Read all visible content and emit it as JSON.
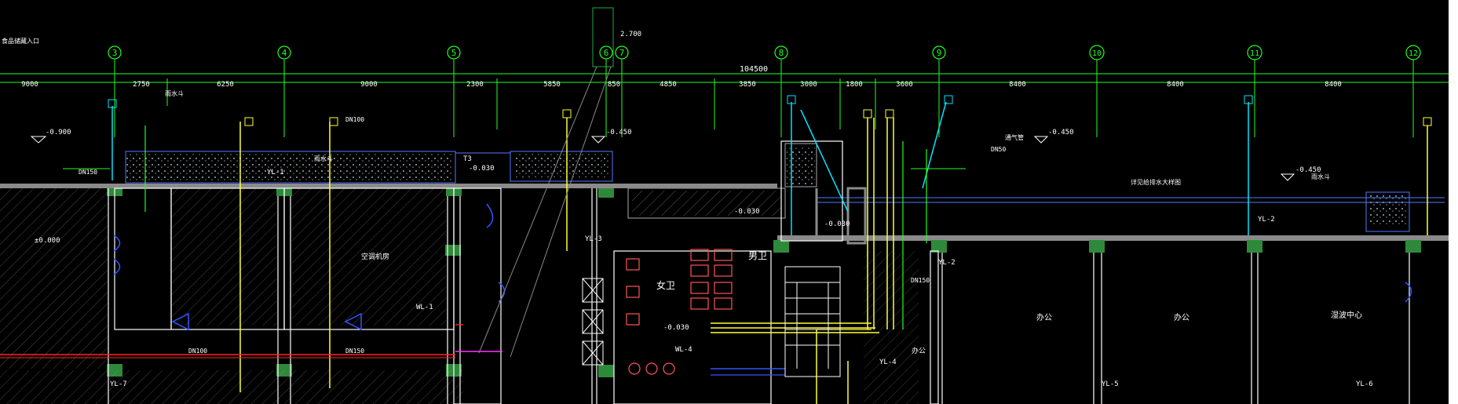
{
  "drawing": {
    "corner_note": "食品储藏入口",
    "grid_axes": [
      "3",
      "4",
      "5",
      "6",
      "7",
      "8",
      "9",
      "10",
      "11",
      "12"
    ],
    "overall_dimension": "104500",
    "dimensions": [
      "9000",
      "2750",
      "6250",
      "9000",
      "2300",
      "5850",
      "850",
      "4850",
      "3850",
      "3000",
      "1800",
      "3600",
      "8400",
      "8400",
      "8400"
    ],
    "elevations": [
      "-0.900",
      "±0.000",
      "-0.450",
      "-0.450",
      "-0.450",
      "-0.030",
      "-0.030",
      "-0.030",
      "-0.030",
      "2.700"
    ],
    "room_labels": [
      "办公",
      "办公",
      "湿波中心",
      "男卫",
      "女卫",
      "空调机房",
      "办公"
    ],
    "pipe_labels": [
      "YL-1",
      "YL-2",
      "YL-2",
      "YL-3",
      "YL-4",
      "YL-5",
      "YL-6",
      "YL-7",
      "WL-1",
      "WL-4",
      "DN150",
      "DN100",
      "DN100",
      "DN150",
      "DN150",
      "DN50",
      "T3"
    ],
    "notes": [
      "雨水斗",
      "雨水斗",
      "详见给排水大样图",
      "雨水斗",
      "通气管"
    ]
  }
}
